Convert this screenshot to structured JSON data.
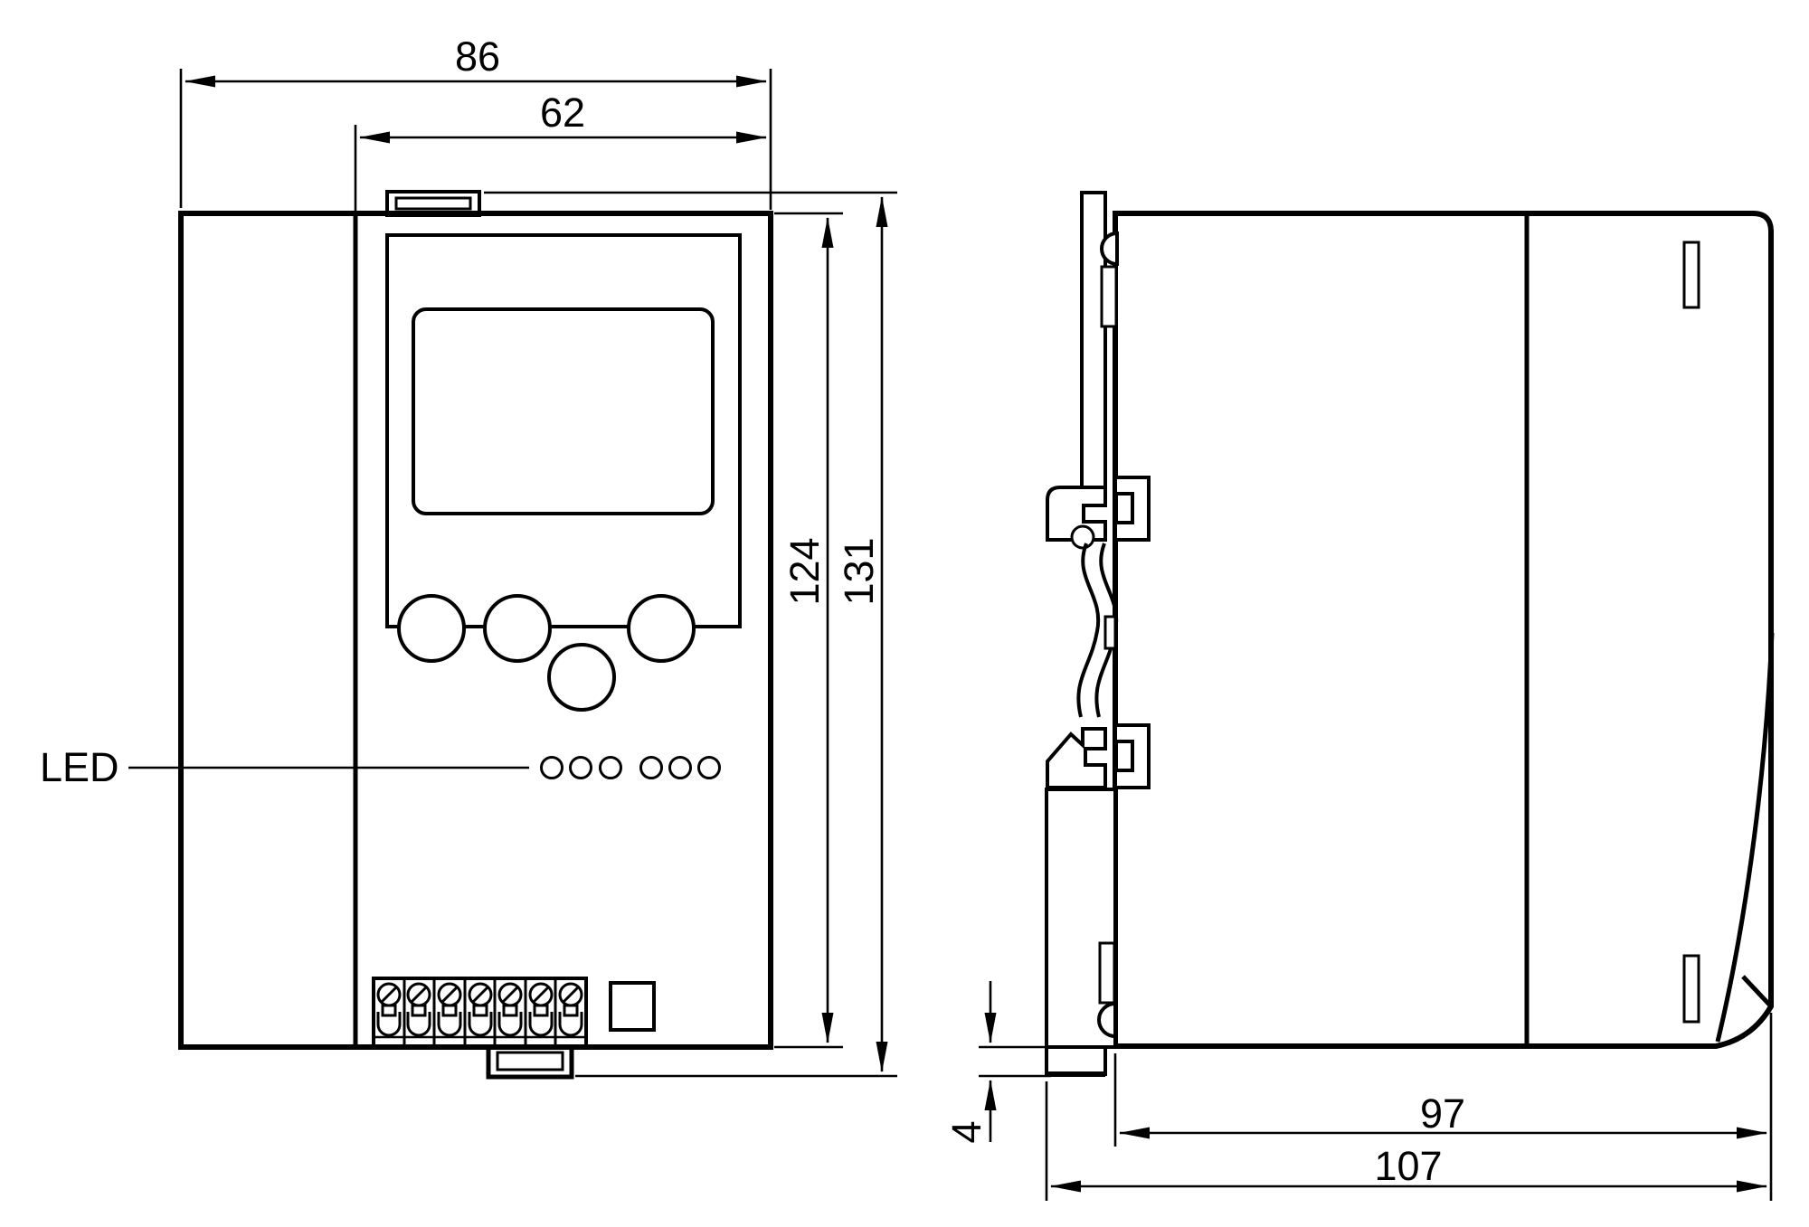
{
  "diagram": {
    "type": "engineering-dimension-drawing",
    "views": {
      "front_view": {
        "dimensions": {
          "overall_width": "86",
          "front_section_width": "62",
          "body_height": "124",
          "overall_height": "131"
        },
        "annotations": {
          "led_label": "LED"
        },
        "features": {
          "button_count": 4,
          "led_count": 6,
          "terminal_count": 7
        }
      },
      "side_view": {
        "dimensions": {
          "body_depth": "97",
          "overall_depth": "107",
          "rail_foot_offset": "4"
        }
      }
    },
    "colors": {
      "line": "#000000",
      "background": "#ffffff"
    }
  }
}
